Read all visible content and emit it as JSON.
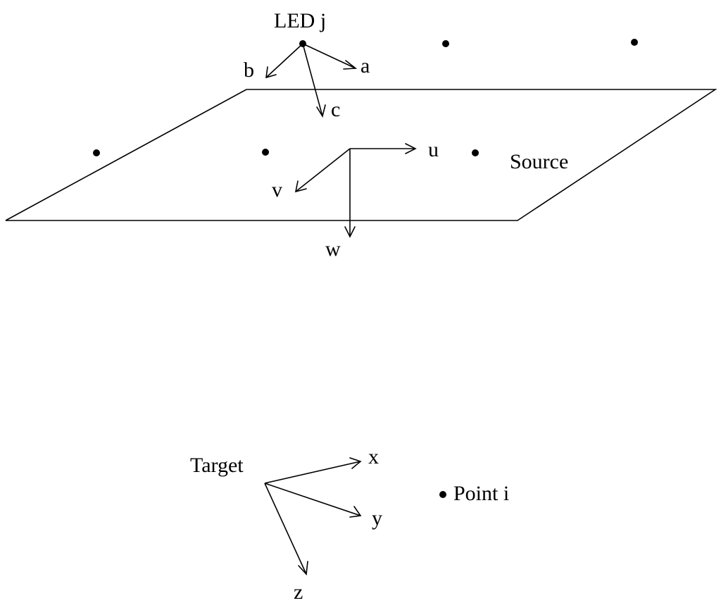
{
  "labels": {
    "led_j": "LED j",
    "a": "a",
    "b": "b",
    "c": "c",
    "u": "u",
    "v": "v",
    "w": "w",
    "source": "Source",
    "target": "Target",
    "x": "x",
    "y": "y",
    "z": "z",
    "point_i": "Point i"
  },
  "colors": {
    "ink": "#000000",
    "background": "#ffffff"
  }
}
